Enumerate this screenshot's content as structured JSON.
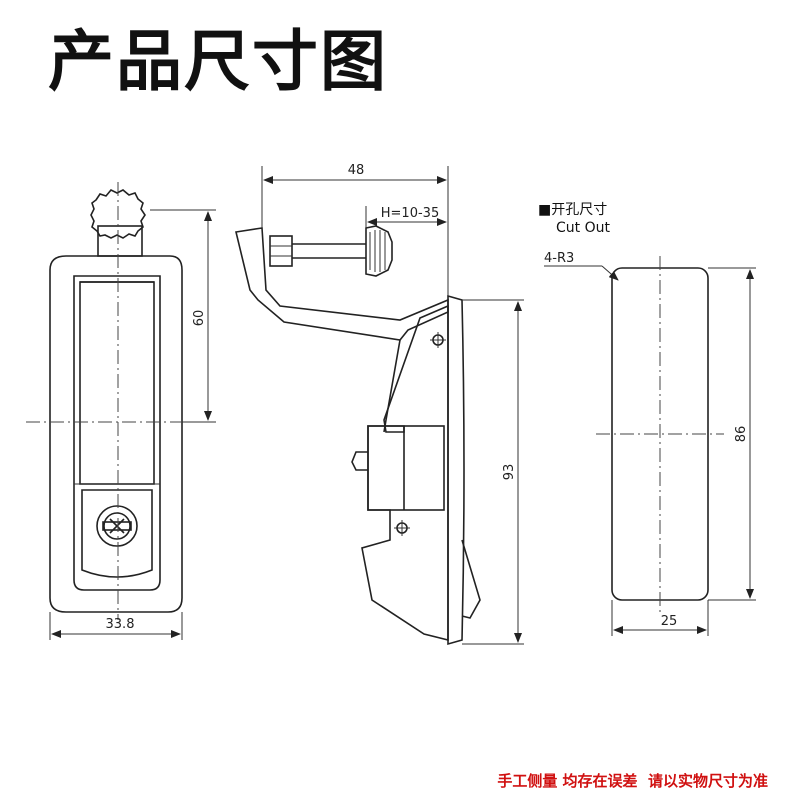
{
  "title": "产品尺寸图",
  "footer": "手工侧量 均存在误差  请以实物尺寸为准",
  "front_view": {
    "width_label": "33.8",
    "height_label": "60"
  },
  "side_view": {
    "top_label": "48",
    "grip_label": "H=10-35",
    "height_label": "93"
  },
  "cutout": {
    "heading_cn": "■开孔尺寸",
    "heading_en": "Cut Out",
    "radius_label": "4-R3",
    "height_label": "86",
    "width_label": "25"
  }
}
